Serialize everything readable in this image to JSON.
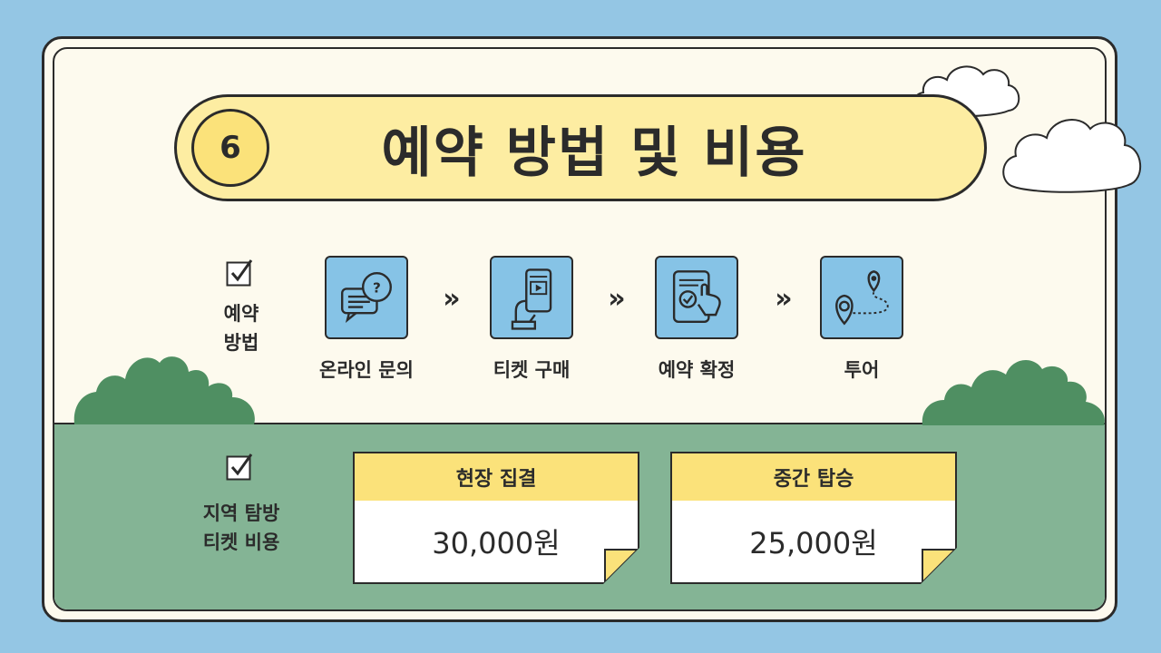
{
  "title": {
    "number": "6",
    "text": "예약 방법 및 비용"
  },
  "booking": {
    "label_line1": "예약",
    "label_line2": "방법",
    "steps": [
      {
        "label": "온라인 문의",
        "icon": "chat-question-icon"
      },
      {
        "label": "티켓 구매",
        "icon": "phone-ticket-icon"
      },
      {
        "label": "예약 확정",
        "icon": "phone-confirm-icon"
      },
      {
        "label": "투어",
        "icon": "map-route-icon"
      }
    ],
    "arrow": "»"
  },
  "pricing": {
    "label_line1": "지역 탐방",
    "label_line2": "티켓 비용",
    "cards": [
      {
        "title": "현장 집결",
        "price": "30,000원"
      },
      {
        "title": "중간 탑승",
        "price": "25,000원"
      }
    ]
  },
  "colors": {
    "background": "#94c6e4",
    "panel": "#fdfaee",
    "ground": "#84b495",
    "bush": "#4f8f62",
    "accent_yellow": "#fbe27a",
    "icon_blue": "#86c3e6",
    "outline": "#2b2b2b"
  }
}
